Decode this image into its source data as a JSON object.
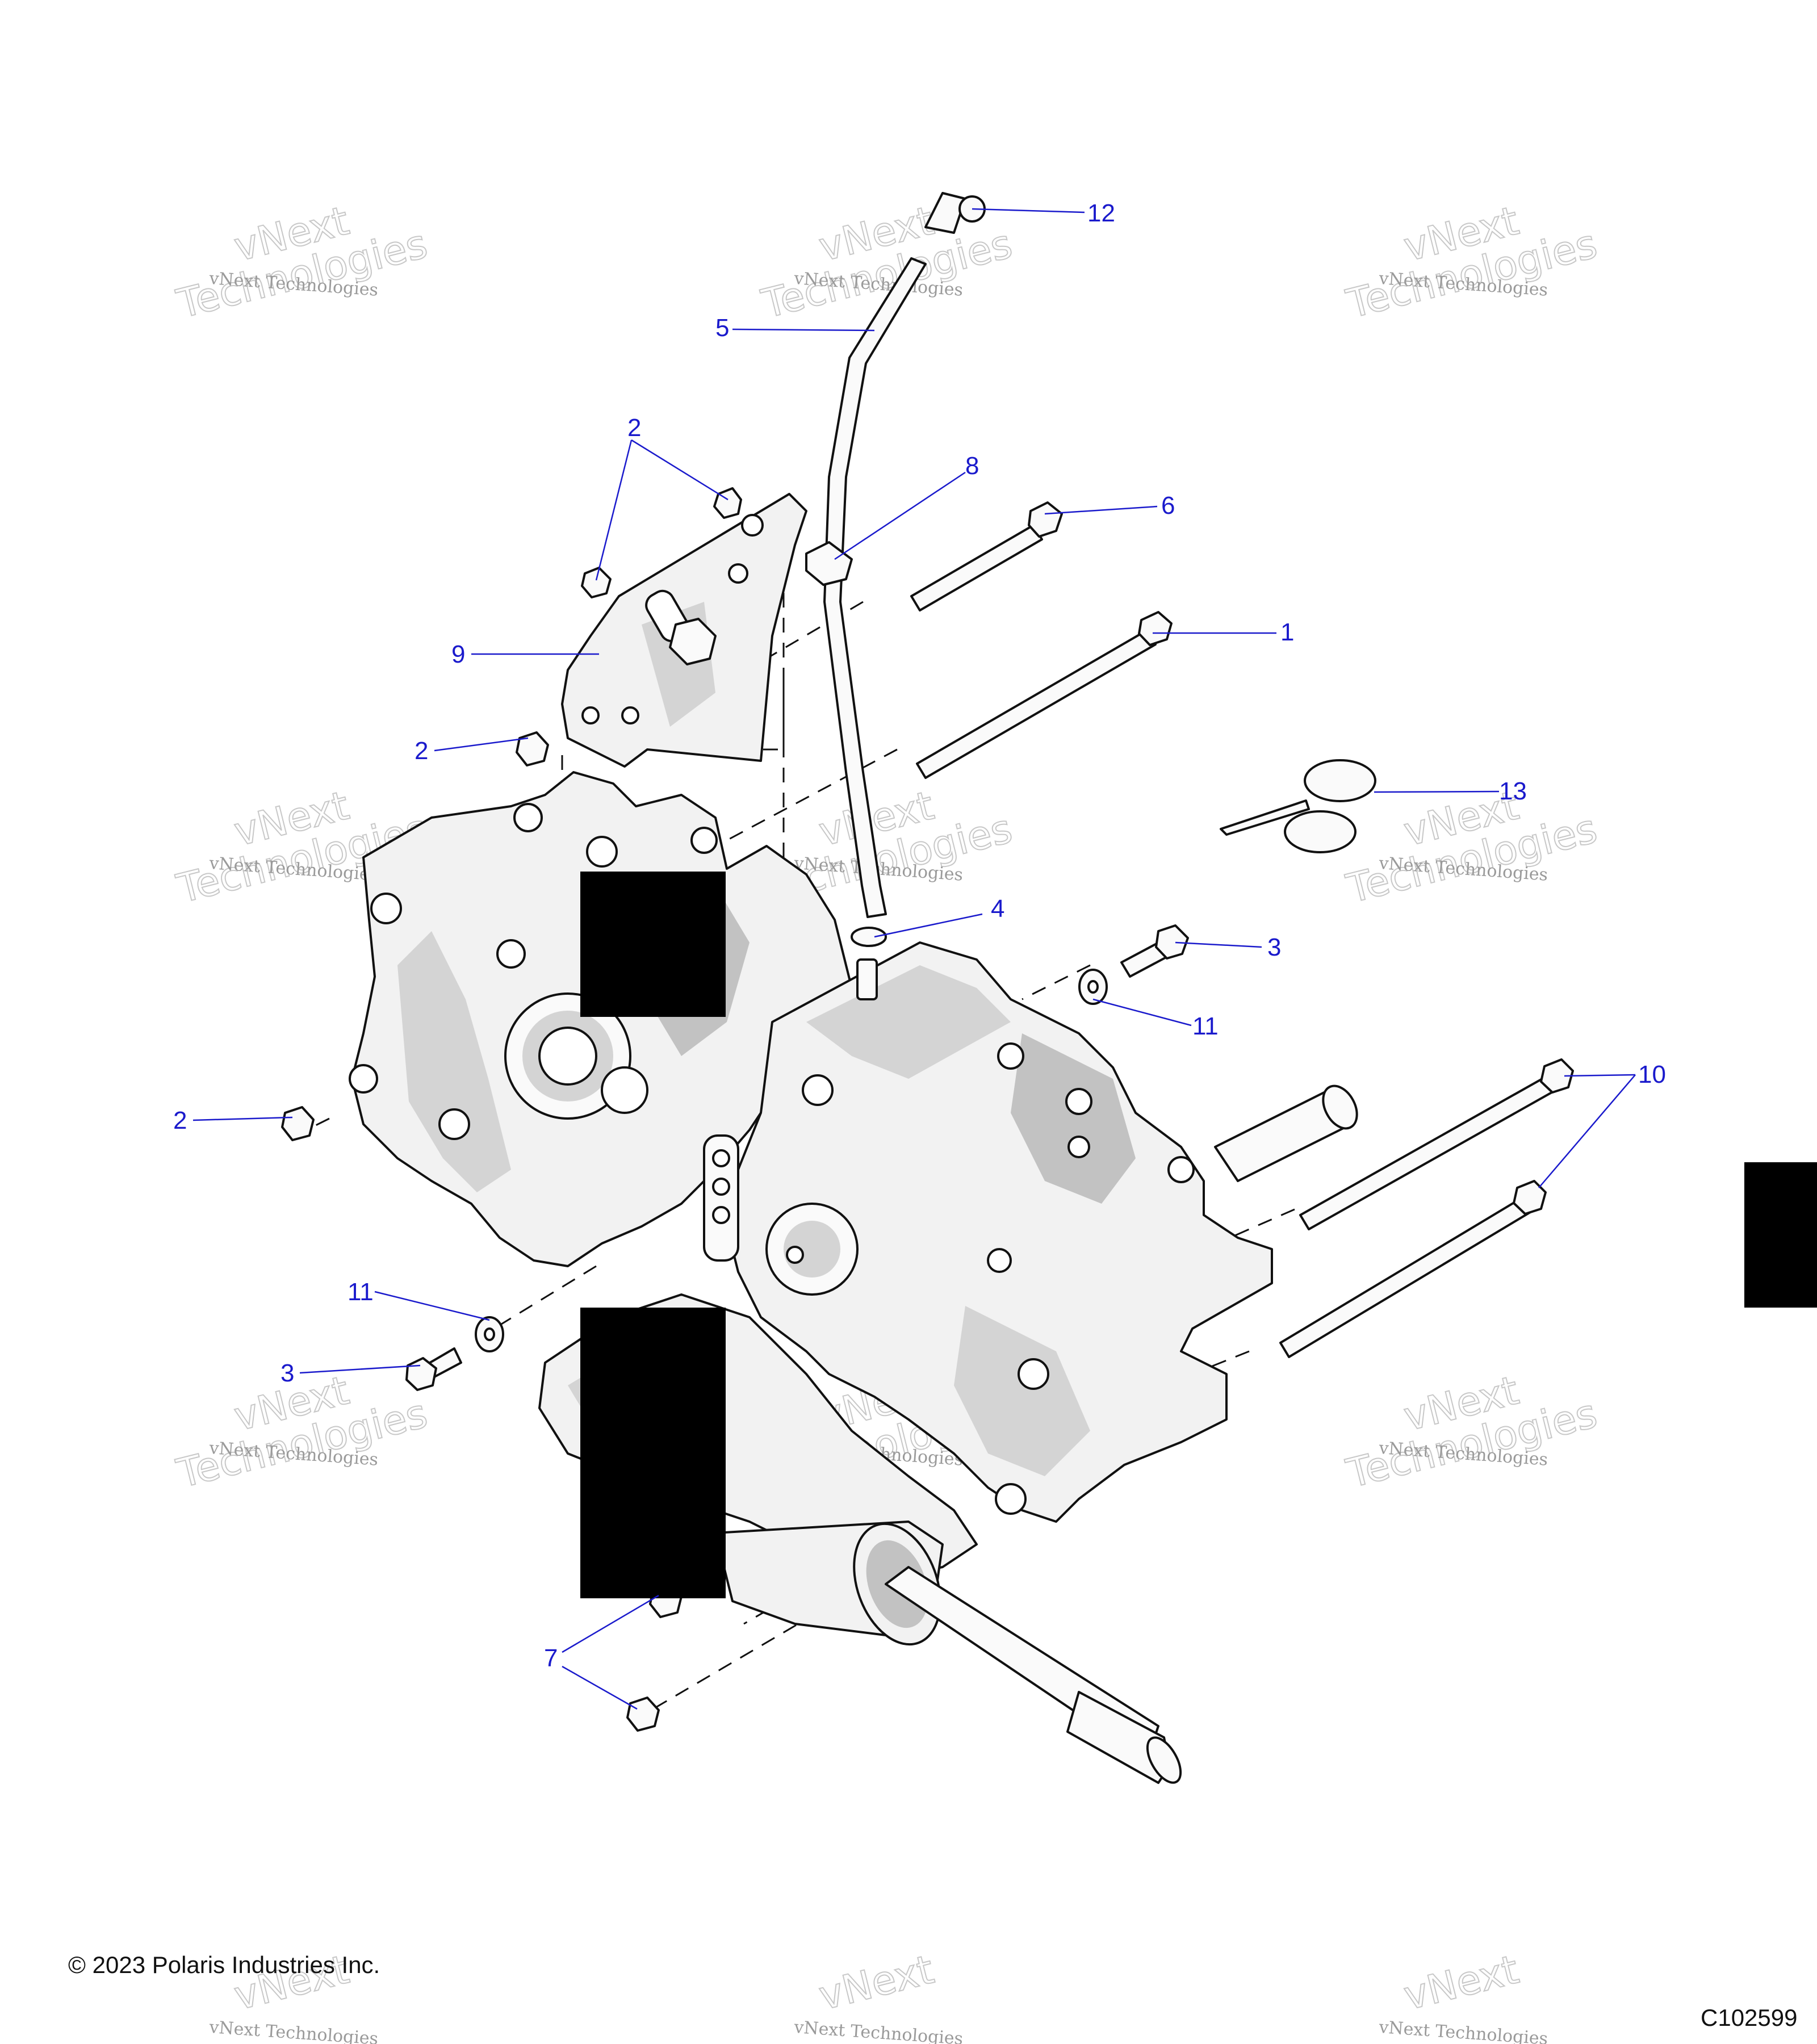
{
  "copyright": "© 2023 Polaris Industries Inc.",
  "diagram_code": "C102599",
  "watermark": {
    "line1": "vNext Technologies",
    "line2": "vNext",
    "line3": "Technologies"
  },
  "callouts": {
    "c1": "1",
    "c2a": "2",
    "c2b": "2",
    "c2c": "2",
    "c3a": "3",
    "c3b": "3",
    "c4": "4",
    "c5": "5",
    "c6": "6",
    "c7": "7",
    "c8": "8",
    "c9": "9",
    "c10": "10",
    "c11a": "11",
    "c11b": "11",
    "c12": "12",
    "c13": "13"
  },
  "colors": {
    "callout": "#1a1acc",
    "line": "#111111",
    "redaction": "#000000"
  }
}
